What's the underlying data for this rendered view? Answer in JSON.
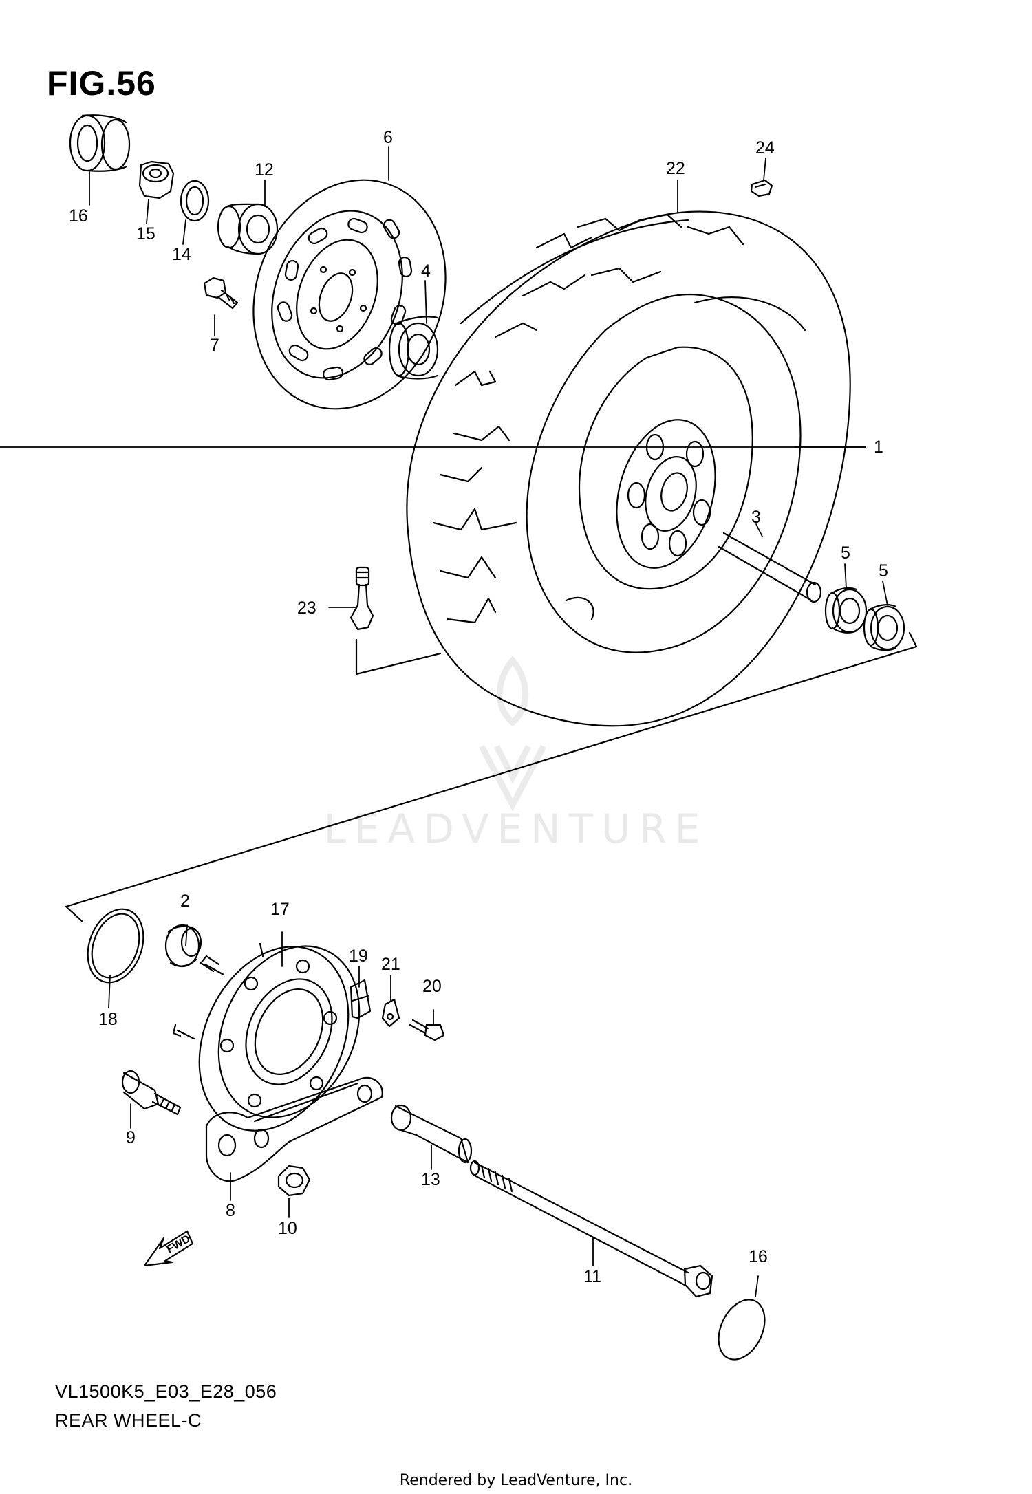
{
  "figure": {
    "title": "FIG.56",
    "code": "VL1500K5_E03_E28_056",
    "name": "REAR WHEEL-C"
  },
  "footer": "Rendered by LeadVenture, Inc.",
  "watermark": "LEADVENTURE",
  "direction_marker": "FWD",
  "callouts": [
    "1",
    "2",
    "3",
    "4",
    "5",
    "5",
    "6",
    "7",
    "8",
    "9",
    "10",
    "11",
    "12",
    "13",
    "14",
    "15",
    "16",
    "16",
    "17",
    "18",
    "19",
    "20",
    "21",
    "22",
    "23",
    "24"
  ],
  "icons": {
    "watermark_logo": "leadventure-logo-icon",
    "direction": "fwd-arrow-icon"
  },
  "colors": {
    "line": "#000000",
    "watermark": "#e9e9e9",
    "background": "#ffffff"
  }
}
